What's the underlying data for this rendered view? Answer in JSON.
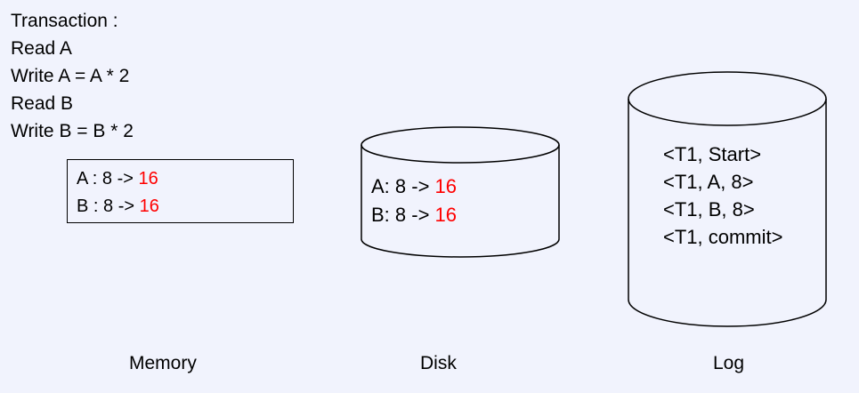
{
  "transaction": {
    "header": "Transaction :",
    "steps": [
      "Read A",
      "Write A = A * 2",
      "Read B",
      "Write B = B * 2"
    ]
  },
  "memory": {
    "label": "Memory",
    "rows": [
      {
        "prefix": "A : 8 -> ",
        "new_value": "16"
      },
      {
        "prefix": "B : 8 -> ",
        "new_value": "16"
      }
    ]
  },
  "disk": {
    "label": "Disk",
    "rows": [
      {
        "prefix": "A: 8 -> ",
        "new_value": "16"
      },
      {
        "prefix": "B: 8 -> ",
        "new_value": "16"
      }
    ]
  },
  "log": {
    "label": "Log",
    "entries": [
      "<T1, Start>",
      "<T1, A, 8>",
      "<T1, B, 8>",
      "<T1, commit>"
    ]
  },
  "colors": {
    "background": "#f1f3fd",
    "updated_value": "#ff0000",
    "stroke": "#000000"
  }
}
